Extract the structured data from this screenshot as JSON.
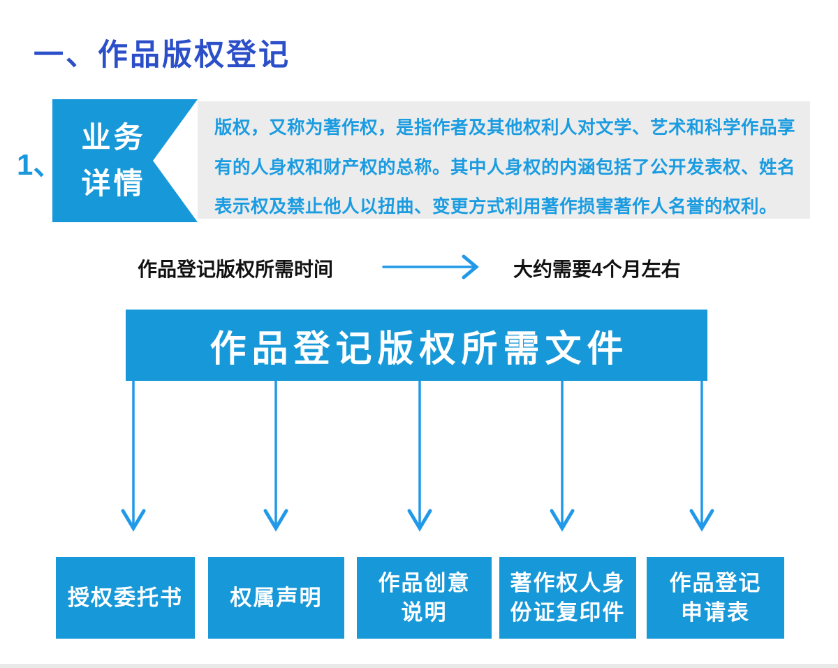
{
  "colors": {
    "azure": "#1798d8",
    "arrow_blue": "#2299e8",
    "title_blue": "#2b4ec9",
    "description_text_blue": "#1b9ce1",
    "description_bg": "#ececec",
    "black_text": "#111111",
    "white_text": "#ffffff"
  },
  "header": {
    "section_title": "一、作品版权登记"
  },
  "detail": {
    "index_label": "1、",
    "label_line1": "业务",
    "label_line2": "详情",
    "description_lines": [
      "版权，又称为著作权，是指作者及其他权利人对文学、艺术和科学作品享",
      "有的人身权和财产权的总称。其中人身权的内涵包括了公开发表权、姓名",
      "表示权及禁止他人以扭曲、变更方式利用著作损害著作人名誉的权利。"
    ]
  },
  "timeline": {
    "question": "作品登记版权所需时间",
    "answer": "大约需要4个月左右",
    "arrow_icon": "right-arrow"
  },
  "documents": {
    "banner": "作品登记版权所需文件",
    "flow_arrow_icon": "down-arrow",
    "items": [
      {
        "label": "授权委托书",
        "lines": [
          "授权委托书"
        ]
      },
      {
        "label": "权属声明",
        "lines": [
          "权属声明"
        ]
      },
      {
        "label": "作品创意说明",
        "lines": [
          "作品创意",
          "说明"
        ]
      },
      {
        "label": "著作权人身份证复印件",
        "lines": [
          "著作权人身",
          "份证复印件"
        ]
      },
      {
        "label": "作品登记申请表",
        "lines": [
          "作品登记",
          "申请表"
        ]
      }
    ]
  }
}
